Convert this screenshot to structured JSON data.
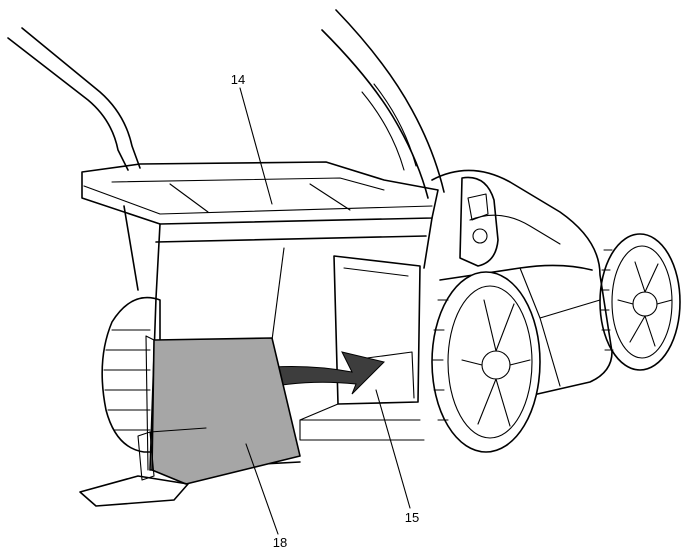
{
  "callouts": {
    "label_14": "14",
    "label_15": "15",
    "label_18": "18"
  },
  "colors": {
    "line": "#000000",
    "flap_fill": "#a6a6a6",
    "arrow_fill": "#3d3d3d",
    "background": "#ffffff"
  },
  "icons": {
    "arrow": "curved-arrow-icon"
  }
}
